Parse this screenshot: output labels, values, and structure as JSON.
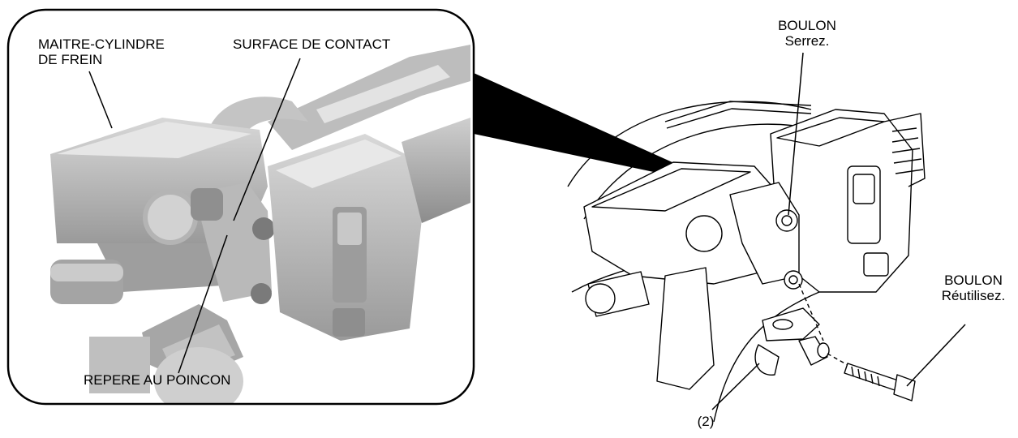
{
  "detail_view": {
    "labels": {
      "master_cylinder": "MAITRE-CYLINDRE\nDE FREIN",
      "contact_surface": "SURFACE DE CONTACT",
      "punch_mark": "REPERE AU POINCON"
    }
  },
  "main_view": {
    "labels": {
      "bolt_upper": "BOULON",
      "bolt_upper_action": "Serrez.",
      "bolt_right": "BOULON",
      "bolt_right_action": "Réutilisez.",
      "clamp_ref": "(2)"
    }
  },
  "colors": {
    "ink": "#000000",
    "photo_dark": "#6e6e6e",
    "photo_mid": "#a8a8a8",
    "photo_light": "#d4d4d4",
    "photo_highlight": "#ececec",
    "background": "#ffffff"
  }
}
